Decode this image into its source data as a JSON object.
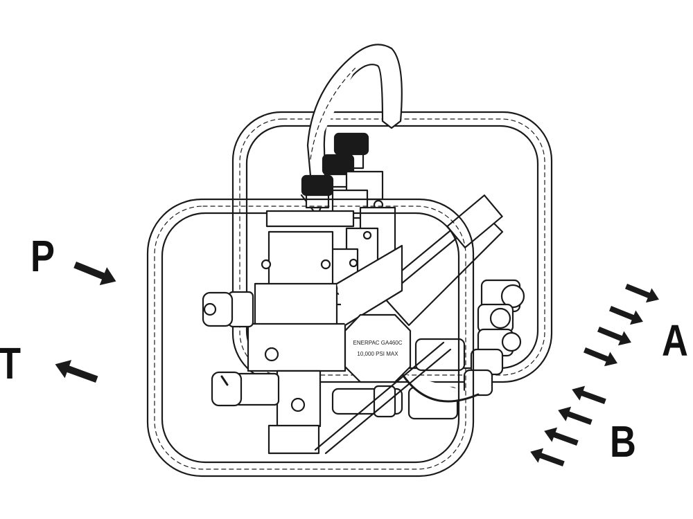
{
  "ports": {
    "p": "P",
    "t": "T",
    "a": "A",
    "b": "B"
  },
  "manifold": {
    "brand_line": "ENERPAC GA460C",
    "pressure_line": "10,000 PSI MAX"
  },
  "colors": {
    "line": "#1a1a1a",
    "fill": "#ffffff",
    "knob": "#1a1a1a"
  },
  "icons": {
    "arrow": "arrow-icon",
    "gauge": "gauge-icon",
    "coupler": "coupler-icon"
  }
}
